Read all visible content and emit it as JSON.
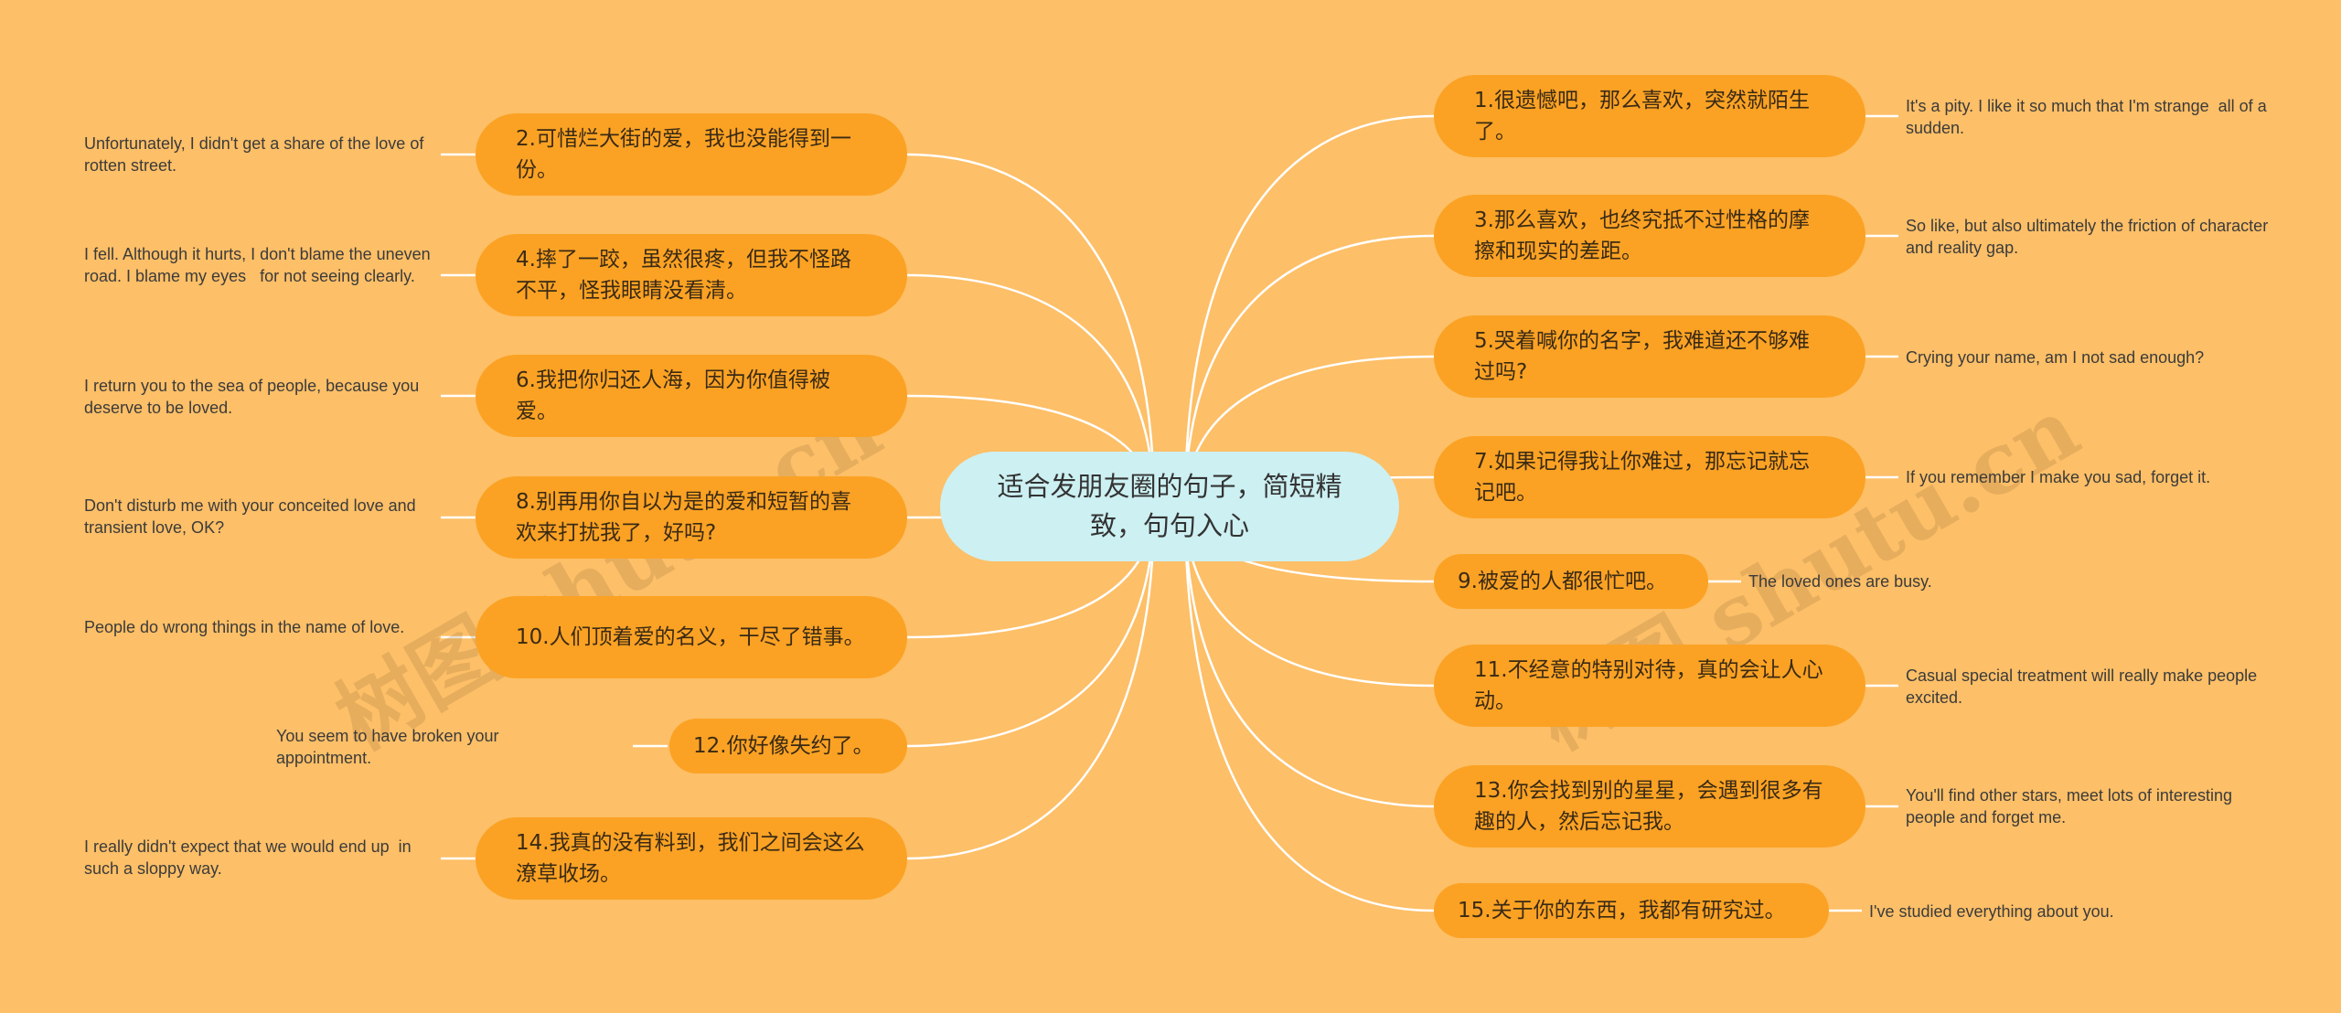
{
  "colors": {
    "background": "#FDBF67",
    "node": "#FBA224",
    "center": "#CDF0F2",
    "line": "#FFFFFF"
  },
  "central_topic": "适合发朋友圈的句子，简短精致，句句入心",
  "watermark": [
    "树图 shutu.cn",
    "树图 shutu.cn"
  ],
  "left_branches": [
    {
      "text": "2.可惜烂大街的爱，我也没能得到一份。",
      "translation": "Unfortunately, I didn't get a share of the love of rotten street."
    },
    {
      "text": "4.摔了一跤，虽然很疼，但我不怪路不平，怪我眼睛没看清。",
      "translation": "I fell. Although it hurts, I don't blame the uneven road. I blame my eyes   for not seeing clearly."
    },
    {
      "text": "6.我把你归还人海，因为你值得被爱。",
      "translation": "I return you to the sea of people, because you deserve to be loved."
    },
    {
      "text": "8.别再用你自以为是的爱和短暂的喜欢来打扰我了，好吗?",
      "translation": "Don't disturb me with your conceited love and transient love, OK?"
    },
    {
      "text": "10.人们顶着爱的名义，干尽了错事。",
      "translation": "People do wrong things in the name of love."
    },
    {
      "text": "12.你好像失约了。",
      "translation": "You seem to have broken your appointment."
    },
    {
      "text": "14.我真的没有料到，我们之间会这么潦草收场。",
      "translation": "I really didn't expect that we would end up  in such a sloppy way."
    }
  ],
  "right_branches": [
    {
      "text": "1.很遗憾吧，那么喜欢，突然就陌生了。",
      "translation": "It's a pity. I like it so much that I'm strange  all of a sudden."
    },
    {
      "text": "3.那么喜欢，也终究抵不过性格的摩擦和现实的差距。",
      "translation": "So like, but also ultimately the friction of character and reality gap."
    },
    {
      "text": "5.哭着喊你的名字，我难道还不够难过吗?",
      "translation": "Crying your name, am I not sad enough?"
    },
    {
      "text": "7.如果记得我让你难过，那忘记就忘记吧。",
      "translation": "If you remember I make you sad, forget it."
    },
    {
      "text": "9.被爱的人都很忙吧。",
      "translation": "The loved ones are busy."
    },
    {
      "text": "11.不经意的特别对待，真的会让人心动。",
      "translation": "Casual special treatment will really make people excited."
    },
    {
      "text": "13.你会找到别的星星，会遇到很多有趣的人，然后忘记我。",
      "translation": "You'll find other stars, meet lots of interesting people and forget me."
    },
    {
      "text": "15.关于你的东西，我都有研究过。",
      "translation": "I've studied everything about you."
    }
  ]
}
